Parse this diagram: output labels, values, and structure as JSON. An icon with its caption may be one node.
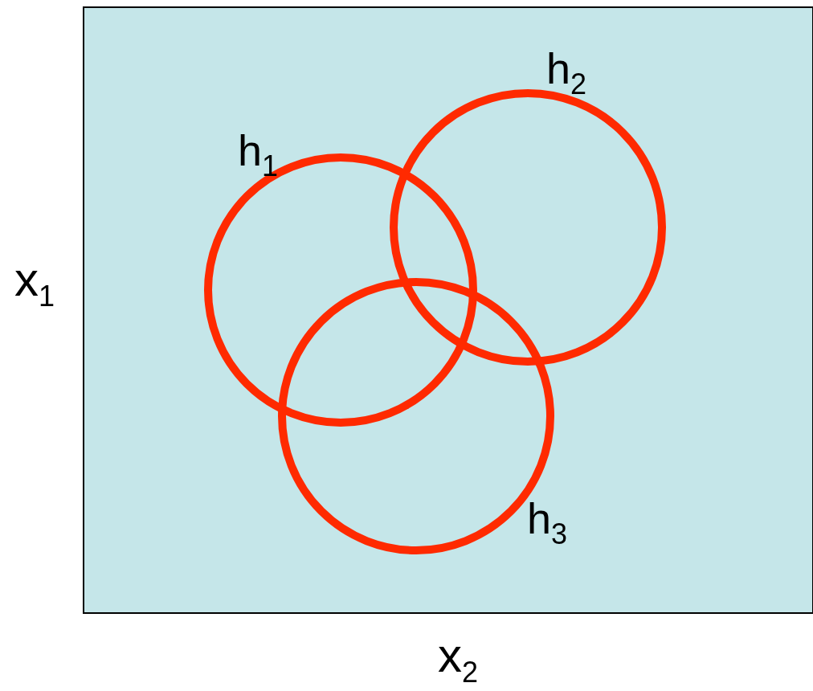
{
  "diagram": {
    "nodes": [
      {
        "text": [],
        "shape": "box"
      },
      {
        "text": [
          "h$_{1}$"
        ],
        "in": 0
      },
      {
        "text": [
          "h$_{2}$"
        ],
        "in": 0
      },
      {
        "text": [
          "h$_{3}$"
        ],
        "in": 0
      }
    ],
    "edges": [],
    "labels": [
      "x$_{1}$",
      "x$_{2}$"
    ]
  }
}
